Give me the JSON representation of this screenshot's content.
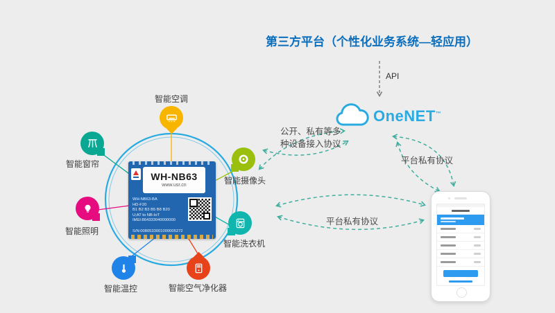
{
  "title": "第三方平台（个性化业务系统—轻应用）",
  "api_label": "API",
  "onenet": {
    "name": "OneNET",
    "trademark": "™"
  },
  "protocols": {
    "device_access_line1": "公开、私有等多",
    "device_access_line2": "种设备接入协议",
    "platform_private_top": "平台私有协议",
    "platform_private_bottom": "平台私有协议"
  },
  "module": {
    "model": "WH-NB63",
    "website": "www.usr.cn",
    "spec_lines": [
      "WH-NB63-BA",
      "HD-F20",
      "B1 B2 B3 B5 B8 B20",
      "U;AT to NB-IoT",
      "IMEI:864333040000000"
    ],
    "serial": "S/N:0080533001000005272"
  },
  "devices": [
    {
      "label": "智能空调",
      "color": "#f7b500"
    },
    {
      "label": "智能窗帘",
      "color": "#0aa792"
    },
    {
      "label": "智能摄像头",
      "color": "#9bbf0d"
    },
    {
      "label": "智能照明",
      "color": "#e60c80"
    },
    {
      "label": "智能洗衣机",
      "color": "#10b5ae"
    },
    {
      "label": "智能温控",
      "color": "#1f83e8"
    },
    {
      "label": "智能空气净化器",
      "color": "#e8421a"
    }
  ],
  "colors": {
    "background": "#ededed",
    "title_blue": "#0a6ebd",
    "onenet_blue": "#29abe2",
    "circle_blue": "#29abe2",
    "arrow_teal": "#3fae9e",
    "module_blue": "#2166ae"
  }
}
